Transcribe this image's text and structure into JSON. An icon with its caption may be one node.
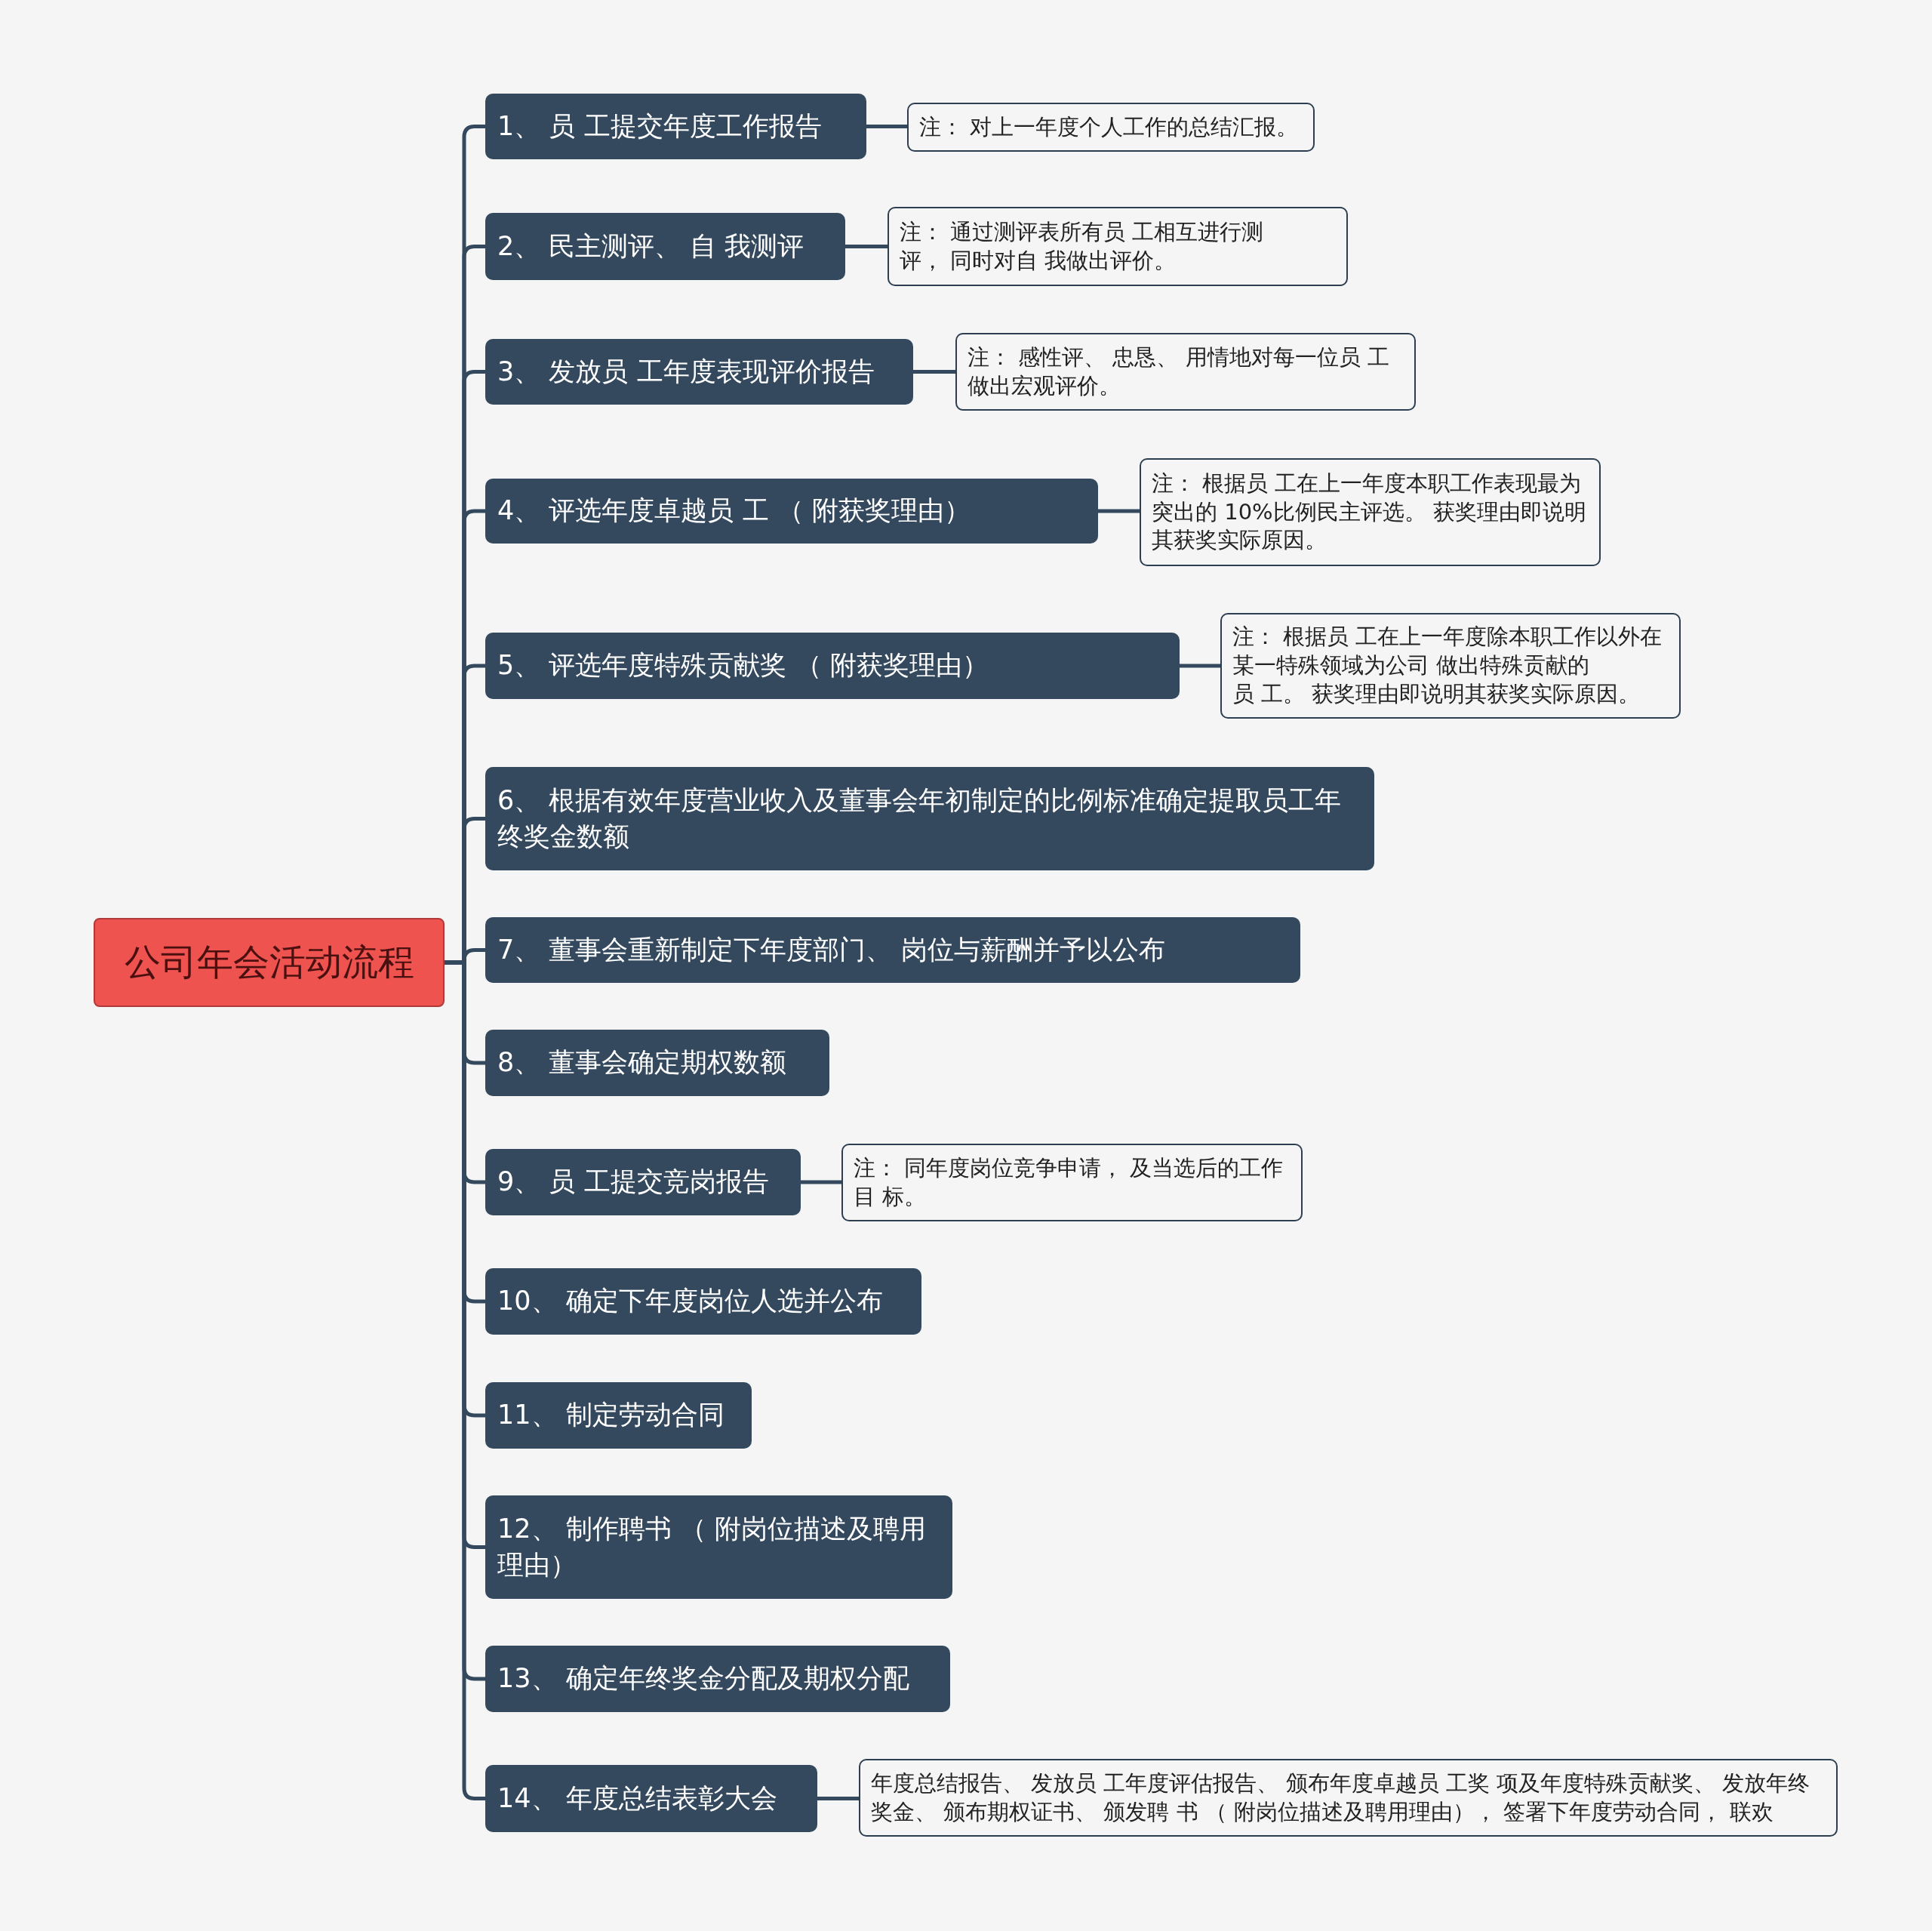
{
  "diagram": {
    "nodes": [
      {
        "text": [
          "公司年会活动流程"
        ]
      },
      {
        "text": [
          "1、 员 工提交年度工作报告"
        ]
      },
      {
        "text": [
          "注： 对上一年度个人工作的总结汇报。"
        ]
      },
      {
        "text": [
          "2、 民主测评、 自 我测评"
        ]
      },
      {
        "text": [
          "注： 通过测评表所有员 工相互进行测评， 同时对自 我做出评价。"
        ]
      },
      {
        "text": [
          "3、 发放员 工年度表现评价报告"
        ]
      },
      {
        "text": [
          "注： 感性评、 忠恳、 用情地对每一位员 工做出宏观评价。"
        ]
      },
      {
        "text": [
          "4、 评选年度卓越员 工 （ 附获奖理由）"
        ]
      },
      {
        "text": [
          "注： 根据员 工在上一年度本职工作表现最为突出的 10%比例民主评选。 获奖理由即说明其获奖实际原因。"
        ]
      },
      {
        "text": [
          "5、 评选年度特殊贡献奖 （ 附获奖理由）"
        ]
      },
      {
        "text": [
          "注： 根据员 工在上一年度除本职工作以外在某一特殊领域为公司 做出特殊贡献的员 工。 获奖理由即说明其获奖实际原因。"
        ]
      },
      {
        "text": [
          "6、 根据有效年度营业收入及董事会年初制定的比例标准确定提取员工年终奖金数额"
        ]
      },
      {
        "text": [
          "7、 董事会重新制定下年度部门、 岗位与薪酬并予以公布"
        ]
      },
      {
        "text": [
          "8、 董事会确定期权数额"
        ]
      },
      {
        "text": [
          "9、 员 工提交竞岗报告"
        ]
      },
      {
        "text": [
          "注： 同年度岗位竞争申请， 及当选后的工作目 标。"
        ]
      },
      {
        "text": [
          "10、 确定下年度岗位人选并公布"
        ]
      },
      {
        "text": [
          "11、 制定劳动合同"
        ]
      },
      {
        "text": [
          "12、 制作聘书 （ 附岗位描述及聘用理由）"
        ]
      },
      {
        "text": [
          "13、 确定年终奖金分配及期权分配"
        ]
      },
      {
        "text": [
          "14、 年度总结表彰大会"
        ]
      },
      {
        "text": [
          "年度总结报告、 发放员 工年度评估报告、 颁布年度卓越员 工奖 项及年度特殊贡献奖、 发放年终奖金、 颁布期权证书、 颁发聘 书 （ 附岗位描述及聘用理由）， 签署下年度劳动合同， 联欢"
        ]
      }
    ],
    "edges": [
      {
        "from": 0,
        "to": 1,
        "arrow": "none"
      },
      {
        "from": 1,
        "to": 2,
        "arrow": "none"
      },
      {
        "from": 0,
        "to": 3,
        "arrow": "none"
      },
      {
        "from": 3,
        "to": 4,
        "arrow": "none"
      },
      {
        "from": 0,
        "to": 5,
        "arrow": "none"
      },
      {
        "from": 5,
        "to": 6,
        "arrow": "none"
      },
      {
        "from": 0,
        "to": 7,
        "arrow": "none"
      },
      {
        "from": 7,
        "to": 8,
        "arrow": "none"
      },
      {
        "from": 0,
        "to": 9,
        "arrow": "none"
      },
      {
        "from": 9,
        "to": 10,
        "arrow": "none"
      },
      {
        "from": 0,
        "to": 11,
        "arrow": "none"
      },
      {
        "from": 0,
        "to": 12,
        "arrow": "none"
      },
      {
        "from": 0,
        "to": 13,
        "arrow": "none"
      },
      {
        "from": 0,
        "to": 14,
        "arrow": "none"
      },
      {
        "from": 14,
        "to": 15,
        "arrow": "none"
      },
      {
        "from": 0,
        "to": 16,
        "arrow": "none"
      },
      {
        "from": 0,
        "to": 17,
        "arrow": "none"
      },
      {
        "from": 0,
        "to": 18,
        "arrow": "none"
      },
      {
        "from": 0,
        "to": 19,
        "arrow": "none"
      },
      {
        "from": 0,
        "to": 20,
        "arrow": "none"
      },
      {
        "from": 20,
        "to": 21,
        "arrow": "none"
      }
    ]
  }
}
